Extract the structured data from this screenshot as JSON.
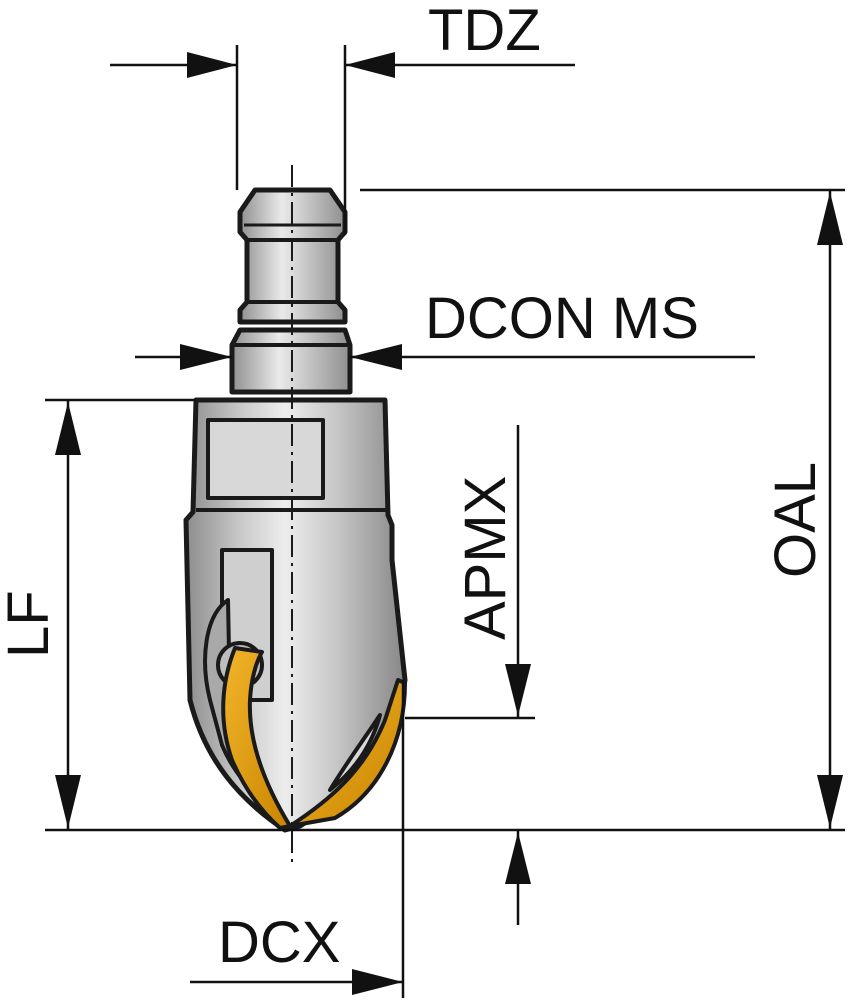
{
  "diagram": {
    "title": "",
    "labels": {
      "tdz": "TDZ",
      "dcon_ms": "DCON MS",
      "oal": "OAL",
      "apmx": "APMX",
      "lf": "LF",
      "dcx": "DCX"
    },
    "colors": {
      "outline": "#1a1a1a",
      "body_light": "#e6e6e6",
      "body_mid": "#b9b9b9",
      "body_dark": "#8a8a8a",
      "insert_gold": "#e8a20c",
      "insert_gold_dark": "#c98400",
      "dimension_line": "#111111"
    }
  }
}
